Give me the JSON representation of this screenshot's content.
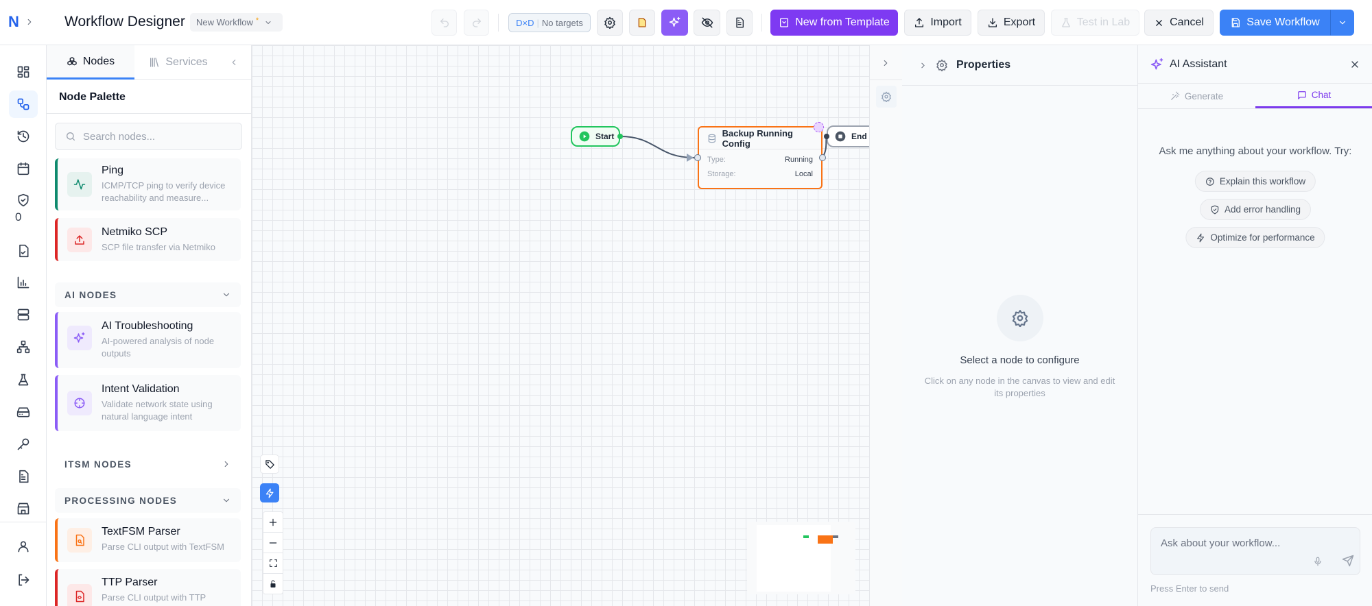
{
  "app": {
    "logo": "N",
    "title": "Workflow Designer",
    "workflow_name": "New Workflow",
    "unsaved_marker": "*"
  },
  "toolbar": {
    "target_chip": {
      "prefix": "D×D",
      "label": "No targets"
    },
    "new_from_template": "New from Template",
    "import": "Import",
    "export": "Export",
    "test_in_lab": "Test in Lab",
    "cancel": "Cancel",
    "save": "Save Workflow"
  },
  "rail": {
    "badge_count": "0"
  },
  "left_panel": {
    "tabs": [
      {
        "label": "Nodes",
        "active": true
      },
      {
        "label": "Services",
        "active": false
      }
    ],
    "title": "Node Palette",
    "search_placeholder": "Search nodes...",
    "nodes": [
      {
        "title": "Ping",
        "desc": "ICMP/TCP ping to verify device reachability and measure...",
        "color": "#0f8a6e",
        "icon": "activity-icon"
      },
      {
        "title": "Netmiko SCP",
        "desc": "SCP file transfer via Netmiko",
        "color": "#dc2626",
        "icon": "upload-icon"
      }
    ],
    "sections": [
      {
        "label": "AI NODES",
        "expanded": true
      },
      {
        "label": "ITSM NODES",
        "expanded": false
      },
      {
        "label": "PROCESSING NODES",
        "expanded": true
      }
    ],
    "ai_nodes": [
      {
        "title": "AI Troubleshooting",
        "desc": "AI-powered analysis of node outputs",
        "color": "#8b5cf6",
        "icon": "sparkles-icon"
      },
      {
        "title": "Intent Validation",
        "desc": "Validate network state using natural language intent",
        "color": "#8b5cf6",
        "icon": "crosshair-icon"
      }
    ],
    "processing_nodes": [
      {
        "title": "TextFSM Parser",
        "desc": "Parse CLI output with TextFSM",
        "color": "#f97316",
        "icon": "file-search-icon"
      },
      {
        "title": "TTP Parser",
        "desc": "Parse CLI output with TTP",
        "color": "#dc2626",
        "icon": "file-code-icon"
      }
    ]
  },
  "canvas": {
    "start": {
      "label": "Start"
    },
    "end": {
      "label": "End"
    },
    "node": {
      "title": "Backup Running Config",
      "fields": [
        {
          "k": "Type:",
          "v": "Running"
        },
        {
          "k": "Storage:",
          "v": "Local"
        }
      ]
    }
  },
  "properties": {
    "title": "Properties",
    "empty_title": "Select a node to configure",
    "empty_desc": "Click on any node in the canvas to view and edit its properties"
  },
  "ai": {
    "title": "AI Assistant",
    "tabs": [
      {
        "label": "Generate",
        "active": false
      },
      {
        "label": "Chat",
        "active": true
      }
    ],
    "prompt": "Ask me anything about your workflow. Try:",
    "suggestions": [
      "Explain this workflow",
      "Add error handling",
      "Optimize for performance"
    ],
    "input_placeholder": "Ask about your workflow...",
    "hint": "Press Enter to send"
  },
  "colors": {
    "primary": "#3b82f6",
    "purple": "#7c3aed",
    "node_border": "#f97316",
    "start": "#22c55e"
  }
}
